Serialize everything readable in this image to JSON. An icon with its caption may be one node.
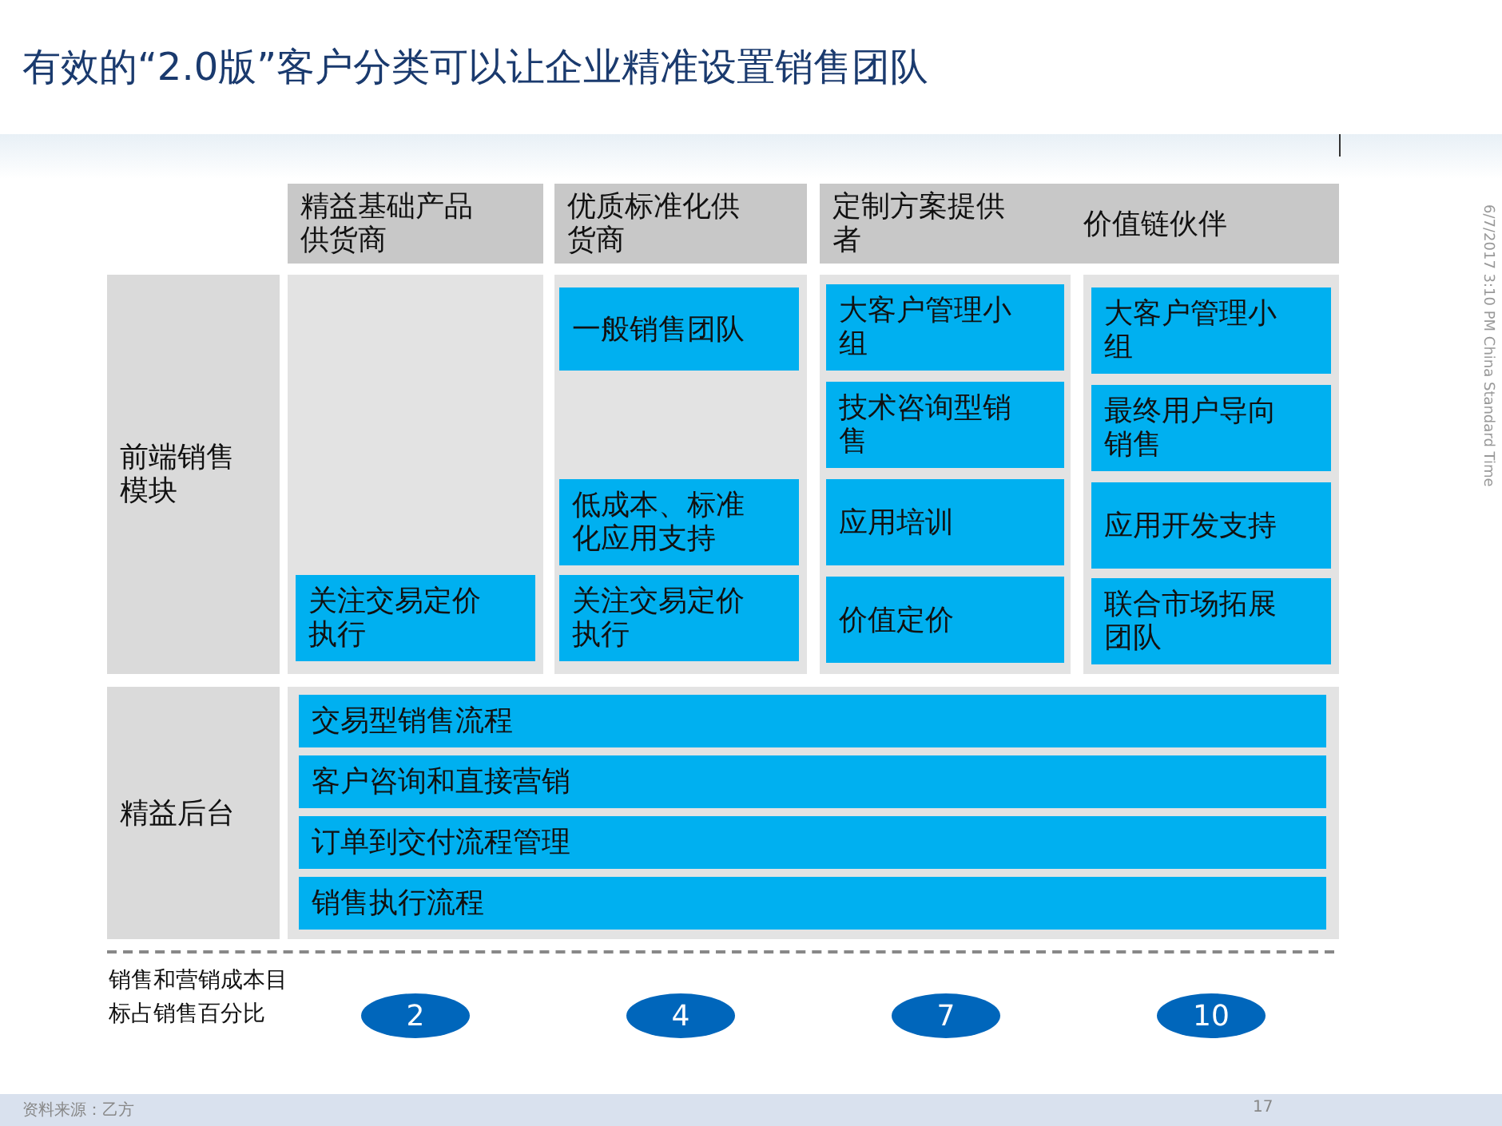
{
  "diagram": {
    "title": "有效的“2.0版”客户分类可以让企业精准设置销售团队",
    "nodes": [
      {
        "text": [
          "精益基础产品供货商"
        ]
      },
      {
        "text": [
          "优质标准化供货商"
        ]
      },
      {
        "text": [
          "定制方案提供者"
        ]
      },
      {
        "text": [
          "价值链伙伴"
        ]
      },
      {
        "text": [
          "前端销售模块"
        ]
      },
      {
        "text": [],
        "shape": "box"
      },
      {
        "text": [
          "关注交易定价执行"
        ],
        "in": 5
      },
      {
        "text": [],
        "shape": "box"
      },
      {
        "text": [
          "一般销售团队"
        ],
        "in": 7
      },
      {
        "text": [
          "低成本、标准化应用支持"
        ],
        "in": 7
      },
      {
        "text": [
          "关注交易定价执行"
        ],
        "in": 7
      },
      {
        "text": [],
        "shape": "box"
      },
      {
        "text": [
          "大客户管理小组"
        ],
        "in": 11
      },
      {
        "text": [
          "技术咨询型销售"
        ],
        "in": 11
      },
      {
        "text": [
          "应用培训"
        ],
        "in": 11
      },
      {
        "text": [
          "价值定价"
        ],
        "in": 11
      },
      {
        "text": [],
        "shape": "box"
      },
      {
        "text": [
          "大客户管理小组"
        ],
        "in": 16
      },
      {
        "text": [
          "最终用户导向销售"
        ],
        "in": 16
      },
      {
        "text": [
          "应用开发支持"
        ],
        "in": 16
      },
      {
        "text": [
          "联合市场拓展团队"
        ],
        "in": 16
      },
      {
        "text": [
          "精益后台"
        ]
      },
      {
        "text": [],
        "shape": "box"
      },
      {
        "text": [
          "交易型销售流程"
        ],
        "in": 22
      },
      {
        "text": [
          "客户咨询和直接营销"
        ],
        "in": 22
      },
      {
        "text": [
          "订单到交付流程管理"
        ],
        "in": 22
      },
      {
        "text": [
          "销售执行流程"
        ],
        "in": 22
      },
      {
        "text": [
          "2"
        ]
      },
      {
        "text": [
          "4"
        ]
      },
      {
        "text": [
          "7"
        ]
      },
      {
        "text": [
          "10"
        ]
      }
    ],
    "labels": [
      "6/7/2017 3:10 PM China Standard Time",
      "销售和营销成本目标占销售百分比",
      "资料来源：乙方",
      "17"
    ]
  }
}
